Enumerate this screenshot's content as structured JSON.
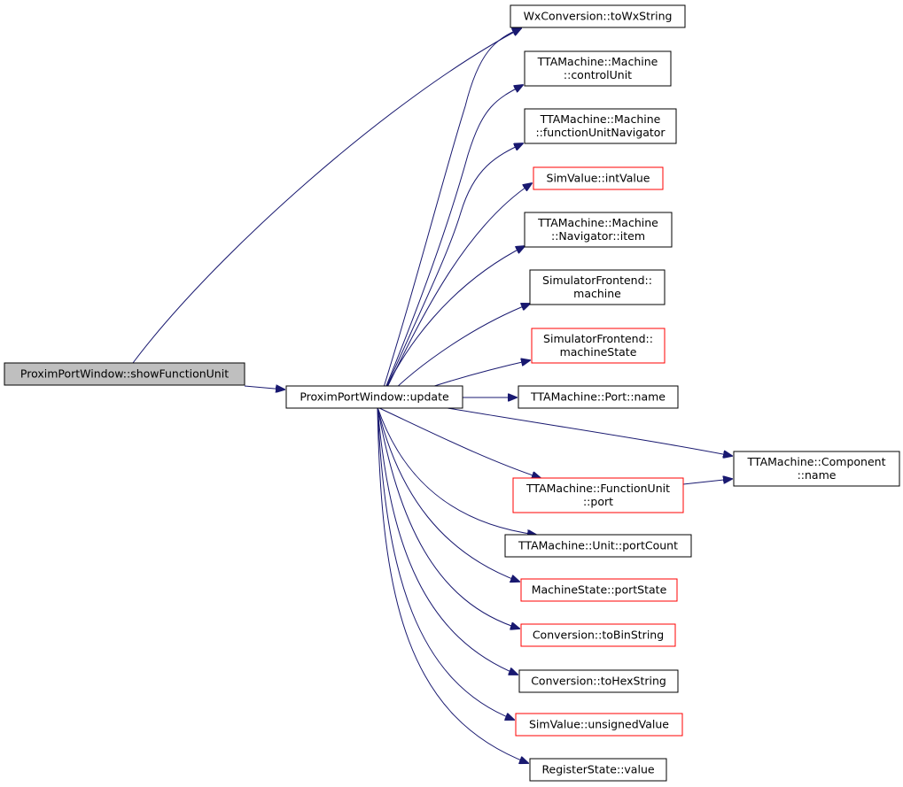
{
  "diagram": {
    "colors": {
      "edge": "#191970",
      "border_normal": "#000000",
      "border_truncated": "#ff0000",
      "fill_focus": "#bfbfbf",
      "fill_normal": "#ffffff"
    },
    "nodes": [
      {
        "id": "showFunctionUnit",
        "lines": [
          "ProximPortWindow::showFunctionUnit"
        ],
        "style": "focus"
      },
      {
        "id": "update",
        "lines": [
          "ProximPortWindow::update"
        ],
        "style": "normal"
      },
      {
        "id": "toWxString",
        "lines": [
          "WxConversion::toWxString"
        ],
        "style": "normal"
      },
      {
        "id": "controlUnit",
        "lines": [
          "TTAMachine::Machine",
          "::controlUnit"
        ],
        "style": "normal"
      },
      {
        "id": "functionUnitNavigator",
        "lines": [
          "TTAMachine::Machine",
          "::functionUnitNavigator"
        ],
        "style": "normal"
      },
      {
        "id": "intValue",
        "lines": [
          "SimValue::intValue"
        ],
        "style": "truncated"
      },
      {
        "id": "navItem",
        "lines": [
          "TTAMachine::Machine",
          "::Navigator::item"
        ],
        "style": "normal"
      },
      {
        "id": "machine",
        "lines": [
          "SimulatorFrontend::",
          "machine"
        ],
        "style": "normal"
      },
      {
        "id": "machineState",
        "lines": [
          "SimulatorFrontend::",
          "machineState"
        ],
        "style": "truncated"
      },
      {
        "id": "portName",
        "lines": [
          "TTAMachine::Port::name"
        ],
        "style": "normal"
      },
      {
        "id": "componentName",
        "lines": [
          "TTAMachine::Component",
          "::name"
        ],
        "style": "normal"
      },
      {
        "id": "fuPort",
        "lines": [
          "TTAMachine::FunctionUnit",
          "::port"
        ],
        "style": "truncated"
      },
      {
        "id": "portCount",
        "lines": [
          "TTAMachine::Unit::portCount"
        ],
        "style": "normal"
      },
      {
        "id": "portState",
        "lines": [
          "MachineState::portState"
        ],
        "style": "truncated"
      },
      {
        "id": "toBinString",
        "lines": [
          "Conversion::toBinString"
        ],
        "style": "truncated"
      },
      {
        "id": "toHexString",
        "lines": [
          "Conversion::toHexString"
        ],
        "style": "normal"
      },
      {
        "id": "unsignedValue",
        "lines": [
          "SimValue::unsignedValue"
        ],
        "style": "truncated"
      },
      {
        "id": "regValue",
        "lines": [
          "RegisterState::value"
        ],
        "style": "normal"
      }
    ],
    "edges": [
      {
        "from": "showFunctionUnit",
        "to": "update"
      },
      {
        "from": "showFunctionUnit",
        "to": "toWxString"
      },
      {
        "from": "update",
        "to": "toWxString"
      },
      {
        "from": "update",
        "to": "controlUnit"
      },
      {
        "from": "update",
        "to": "functionUnitNavigator"
      },
      {
        "from": "update",
        "to": "intValue"
      },
      {
        "from": "update",
        "to": "navItem"
      },
      {
        "from": "update",
        "to": "machine"
      },
      {
        "from": "update",
        "to": "machineState"
      },
      {
        "from": "update",
        "to": "portName"
      },
      {
        "from": "update",
        "to": "componentName"
      },
      {
        "from": "update",
        "to": "fuPort"
      },
      {
        "from": "update",
        "to": "portCount"
      },
      {
        "from": "update",
        "to": "portState"
      },
      {
        "from": "update",
        "to": "toBinString"
      },
      {
        "from": "update",
        "to": "toHexString"
      },
      {
        "from": "update",
        "to": "unsignedValue"
      },
      {
        "from": "update",
        "to": "regValue"
      },
      {
        "from": "fuPort",
        "to": "componentName"
      }
    ]
  }
}
